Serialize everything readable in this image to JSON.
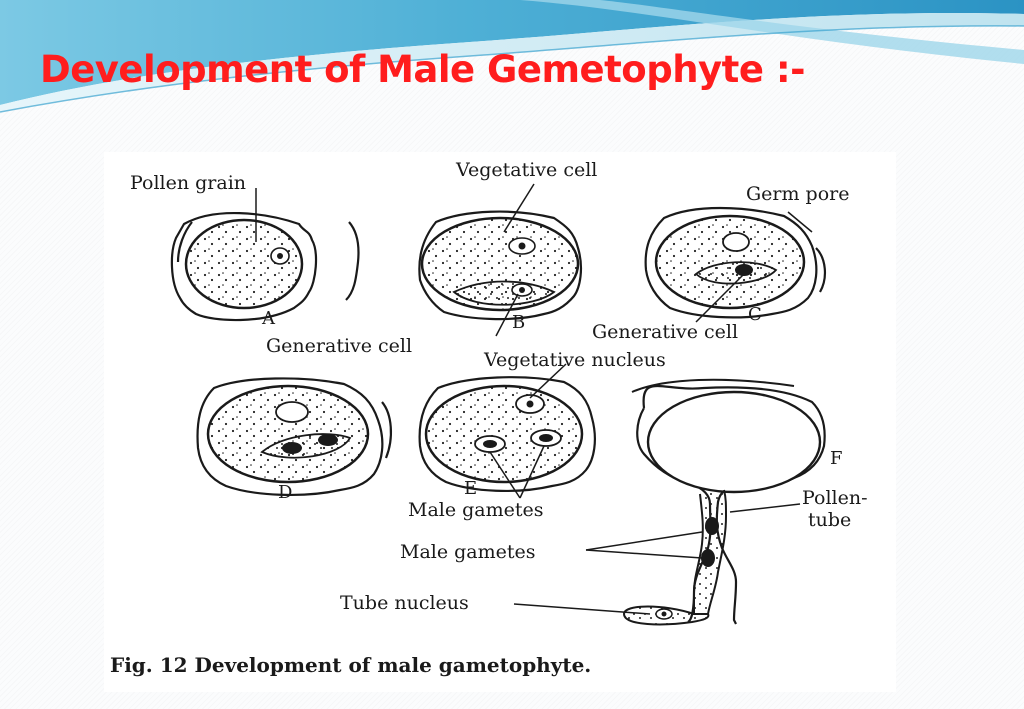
{
  "slide": {
    "title": "Development of Male Gemetophyte :-"
  },
  "figure": {
    "labels": {
      "pollen_grain": "Pollen grain",
      "vegetative_cell": "Vegetative cell",
      "germ_pore": "Germ pore",
      "generative_cell_b": "Generative cell",
      "generative_cell_c": "Generative cell",
      "vegetative_nucleus": "Vegetative nucleus",
      "male_gametes_e": "Male gametes",
      "pollen_tube_1": "Pollen-",
      "pollen_tube_2": "tube",
      "male_gametes_f": "Male gametes",
      "tube_nucleus": "Tube nucleus"
    },
    "stages": [
      "A",
      "B",
      "C",
      "D",
      "E",
      "F"
    ],
    "caption": "Fig. 12 Development of male gametophyte."
  },
  "colors": {
    "title": "#ff1d1d",
    "ink": "#1a1a1a",
    "banner_light": "#bfe6f2",
    "banner_mid": "#5db8d8",
    "banner_dark": "#2a8fc0"
  }
}
